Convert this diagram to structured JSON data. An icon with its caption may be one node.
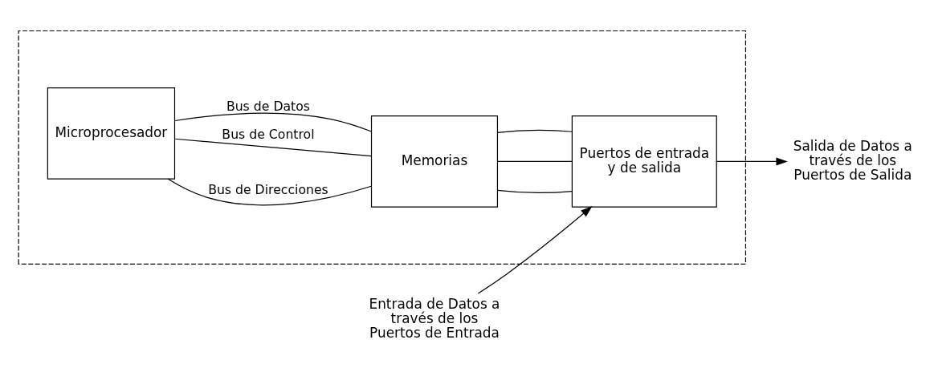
{
  "diagram": {
    "nodes": [
      {
        "text": [],
        "shape": "box"
      },
      {
        "text": [
          "Microprocesador"
        ],
        "in": 0
      },
      {
        "text": [
          "Memorias"
        ],
        "in": 0
      },
      {
        "text": [
          "Puertos de entrada y de salida"
        ],
        "in": 0
      },
      {
        "text": [
          "Salida de Datos a través de los Puertos de Salida"
        ]
      },
      {
        "text": [
          "Entrada de Datos a través de los Puertos de Entrada"
        ]
      }
    ],
    "edges": [
      {
        "from": 1,
        "to": 2,
        "arrow": "none",
        "label": "Bus de Direcciones"
      },
      {
        "from": 2,
        "to": 3,
        "arrow": "none"
      },
      {
        "from": 1,
        "to": 2,
        "arrow": "none",
        "label": "Bus de Control"
      },
      {
        "from": 2,
        "to": 3,
        "arrow": "none"
      },
      {
        "from": 1,
        "to": 2,
        "arrow": "none",
        "label": "Bus de Datos"
      },
      {
        "from": 2,
        "to": 3,
        "arrow": "none"
      },
      {
        "from": 3,
        "to": 4,
        "arrow": "to"
      },
      {
        "from": 5,
        "to": 3,
        "arrow": "to"
      }
    ]
  }
}
